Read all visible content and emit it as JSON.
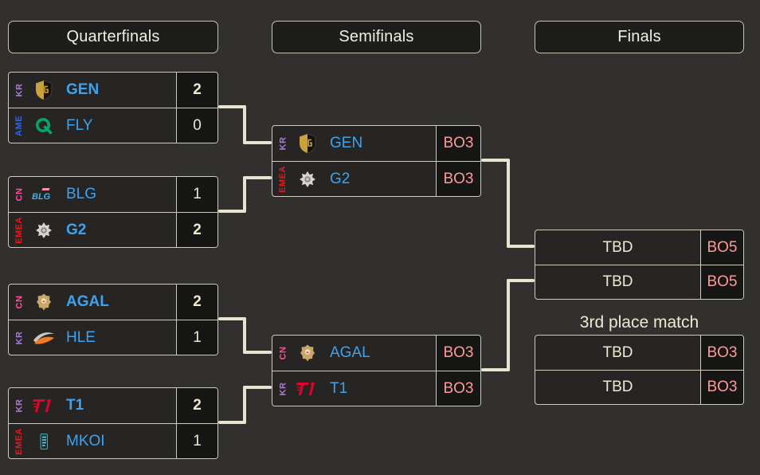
{
  "colors": {
    "page_background": "#31302e",
    "box_background": "#262523",
    "score_cell_background": "#161614",
    "header_background": "#1d1d1c",
    "border": "#cfcabb",
    "connector": "#e9e4d2",
    "team_name_blue": "#3da2ef",
    "score_cream": "#efe8d2",
    "bo_pink": "#ff9a9a",
    "region_kr": "#a87ad4",
    "region_ame": "#2f66e8",
    "region_cn": "#ff4f9e",
    "region_emea": "#e6191f"
  },
  "headers": {
    "quarterfinals": "Quarterfinals",
    "semifinals": "Semifinals",
    "finals": "Finals"
  },
  "icons": {
    "GEN": "gen-shield-icon",
    "FLY": "flyquest-q-icon",
    "BLG": "blg-wordmark-icon",
    "G2": "g2-emblem-icon",
    "AGAL": "agal-crest-icon",
    "HLE": "hle-swoosh-icon",
    "T1": "t1-wing-icon",
    "MKOI": "mkoi-badge-icon"
  },
  "bracket": {
    "quarterfinals": [
      {
        "teams": [
          {
            "region": "KR",
            "name": "GEN",
            "score": "2",
            "winner": true
          },
          {
            "region": "AME",
            "name": "FLY",
            "score": "0",
            "winner": false
          }
        ]
      },
      {
        "teams": [
          {
            "region": "CN",
            "name": "BLG",
            "score": "1",
            "winner": false
          },
          {
            "region": "EMEA",
            "name": "G2",
            "score": "2",
            "winner": true
          }
        ]
      },
      {
        "teams": [
          {
            "region": "CN",
            "name": "AGAL",
            "score": "2",
            "winner": true
          },
          {
            "region": "KR",
            "name": "HLE",
            "score": "1",
            "winner": false
          }
        ]
      },
      {
        "teams": [
          {
            "region": "KR",
            "name": "T1",
            "score": "2",
            "winner": true
          },
          {
            "region": "EMEA",
            "name": "MKOI",
            "score": "1",
            "winner": false
          }
        ]
      }
    ],
    "semifinals": [
      {
        "teams": [
          {
            "region": "KR",
            "name": "GEN",
            "format": "BO3"
          },
          {
            "region": "EMEA",
            "name": "G2",
            "format": "BO3"
          }
        ]
      },
      {
        "teams": [
          {
            "region": "CN",
            "name": "AGAL",
            "format": "BO3"
          },
          {
            "region": "KR",
            "name": "T1",
            "format": "BO3"
          }
        ]
      }
    ],
    "finals": {
      "teams": [
        {
          "name": "TBD",
          "format": "BO5"
        },
        {
          "name": "TBD",
          "format": "BO5"
        }
      ]
    },
    "third_place": {
      "title": "3rd place match",
      "teams": [
        {
          "name": "TBD",
          "format": "BO3"
        },
        {
          "name": "TBD",
          "format": "BO3"
        }
      ]
    }
  }
}
